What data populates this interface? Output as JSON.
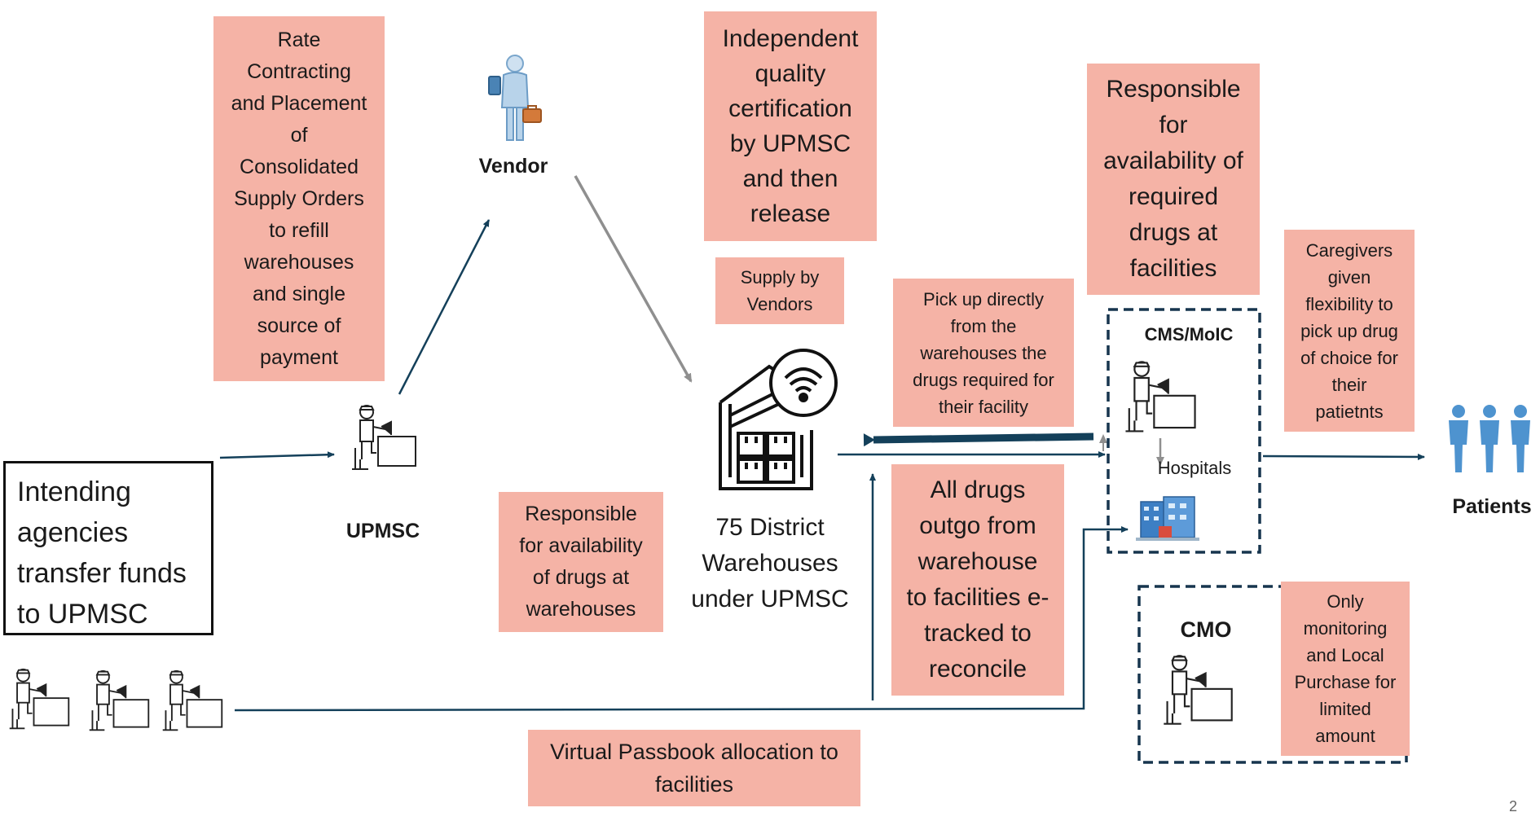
{
  "colors": {
    "box_fill": "#f5b3a6",
    "arrow_navy": "#14405a",
    "arrow_grey": "#8f8f8f",
    "dashed_border": "#17354e",
    "patients_blue": "#4e93cf"
  },
  "notes": {
    "rate_contracting": "Rate\nContracting\nand Placement\nof\nConsolidated\nSupply Orders\nto refill\nwarehouses\nand single\nsource of\npayment",
    "quality_certification": "Independent\nquality\ncertification\nby UPMSC\nand then\nrelease",
    "supply_by_vendors": "Supply by\nVendors",
    "responsible_facilities": "Responsible\nfor\navailability of\nrequired\ndrugs at\nfacilities",
    "pick_up_directly": "Pick up directly\nfrom the\nwarehouses the\ndrugs required for\ntheir facility",
    "caregivers": "Caregivers\ngiven\nflexibility to\npick up drug\nof choice for\ntheir\npatietnts",
    "responsible_warehouses": "Responsible\nfor availability\nof drugs at\nwarehouses",
    "all_drugs_outgo": "All drugs\noutgo from\nwarehouse\nto facilities e-\ntracked to\nreconcile",
    "only_monitoring": "Only\nmonitoring\nand Local\nPurchase for\nlimited\namount",
    "virtual_passbook": "Virtual Passbook allocation to\nfacilities"
  },
  "nodes": {
    "intending_agencies": "Intending\nagencies\ntransfer funds\nto UPMSC",
    "vendor": "Vendor",
    "upmsc": "UPMSC",
    "warehouses": "75 District\nWarehouses\nunder UPMSC",
    "cms_moic": "CMS/MoIC",
    "hospitals": "Hospitals",
    "cmo": "CMO",
    "patients": "Patients"
  },
  "icons": {
    "vendor": "businessman-with-tablet-icon",
    "upmsc": "desk-worker-icon",
    "warehouse": "smart-warehouse-wifi-icon",
    "cms_moic": "desk-worker-icon",
    "hospital": "hospital-building-icon",
    "cmo": "desk-worker-icon",
    "agencies": "desk-worker-icon",
    "patients": "people-group-icon"
  },
  "page_number": "2"
}
